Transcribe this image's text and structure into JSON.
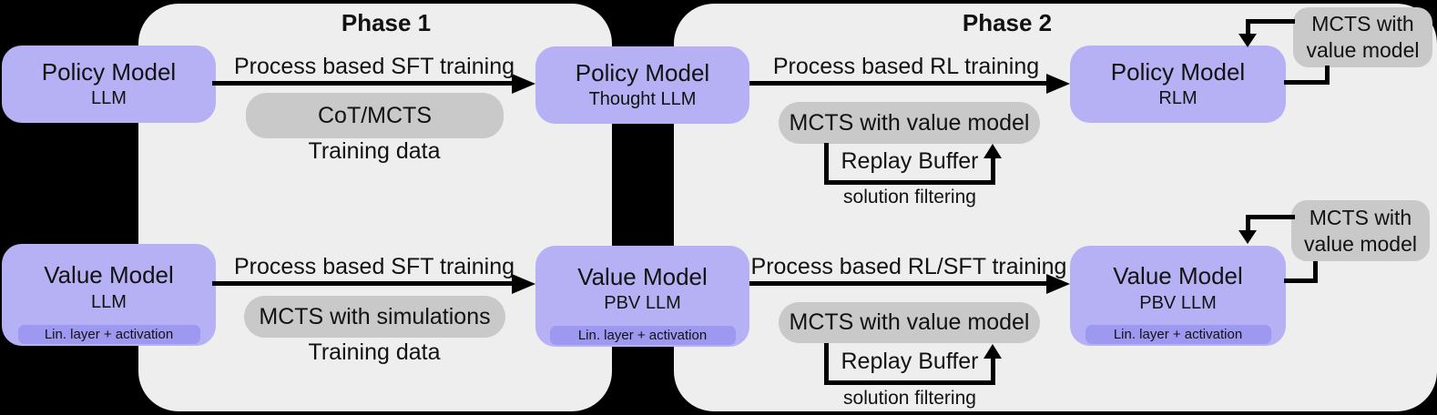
{
  "colors": {
    "background": "#000000",
    "panel": "#eeeeef",
    "model_box": "#b6b1f4",
    "model_strip": "#9d98f0",
    "pill": "#c9c9c9",
    "text": "#121212"
  },
  "panels": [
    {
      "label": "Phase 1"
    },
    {
      "label": "Phase 2"
    }
  ],
  "model_boxes": [
    {
      "title": "Policy Model",
      "subtitle": "LLM"
    },
    {
      "title": "Policy Model",
      "subtitle": "Thought LLM"
    },
    {
      "title": "Policy Model",
      "subtitle": "RLM"
    },
    {
      "title": "Value Model",
      "subtitle": "LLM",
      "strip": "Lin. layer + activation"
    },
    {
      "title": "Value Model",
      "subtitle": "PBV LLM",
      "strip": "Lin. layer + activation"
    },
    {
      "title": "Value Model",
      "subtitle": "PBV LLM",
      "strip": "Lin. layer + activation"
    }
  ],
  "edges": {
    "policy_phase1": {
      "label": "Process based SFT training",
      "pill": "CoT/MCTS",
      "caption": "Training data"
    },
    "policy_phase2": {
      "label": "Process based RL training",
      "pill": "MCTS with value model",
      "replay": "Replay Buffer",
      "caption": "solution filtering"
    },
    "value_phase1": {
      "label": "Process based SFT training",
      "pill": "MCTS with simulations",
      "caption": "Training data"
    },
    "value_phase2": {
      "label": "Process based RL/SFT training",
      "pill": "MCTS with value model",
      "replay": "Replay Buffer",
      "caption": "solution filtering"
    }
  },
  "feedback_boxes": [
    {
      "label": "MCTS with value model"
    },
    {
      "label": "MCTS with value model"
    }
  ]
}
